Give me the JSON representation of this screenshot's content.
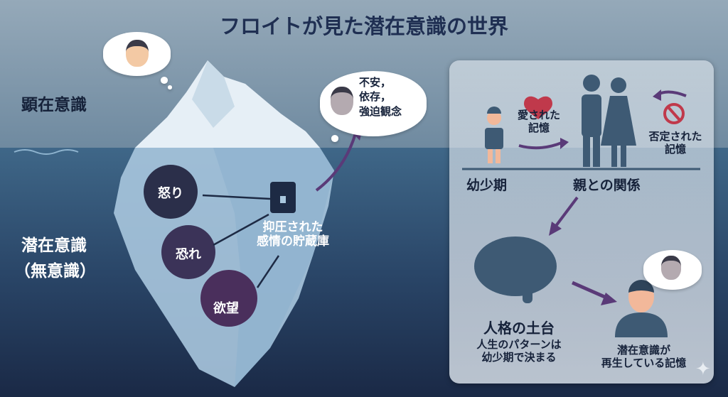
{
  "title": "フロイトが見た潜在意識の世界",
  "left": {
    "conscious_label": "顕在意識",
    "unconscious_label_1": "潜在意識",
    "unconscious_label_2": "（無意識）",
    "emotions": [
      "怒り",
      "恐れ",
      "欲望"
    ],
    "storehouse_label_1": "抑圧された",
    "storehouse_label_2": "感情の貯蔵庫",
    "thought_bubble": [
      "不安，",
      "依存，",
      "強迫観念"
    ]
  },
  "panel": {
    "loved_memory_1": "愛された",
    "loved_memory_2": "記憶",
    "denied_memory_1": "否定された",
    "denied_memory_2": "記憶",
    "childhood": "幼少期",
    "parents_relationship": "親との関係",
    "foundation_title": "人格の土台",
    "foundation_sub_1": "人生のパターンは",
    "foundation_sub_2": "幼少期で決まる",
    "replay_1": "潜在意識が",
    "replay_2": "再生している記憶"
  },
  "colors": {
    "title": "#1f2f52",
    "arrow": "#5a3a78",
    "heart": "#c0394b",
    "silhouette": "#3e5a74"
  }
}
